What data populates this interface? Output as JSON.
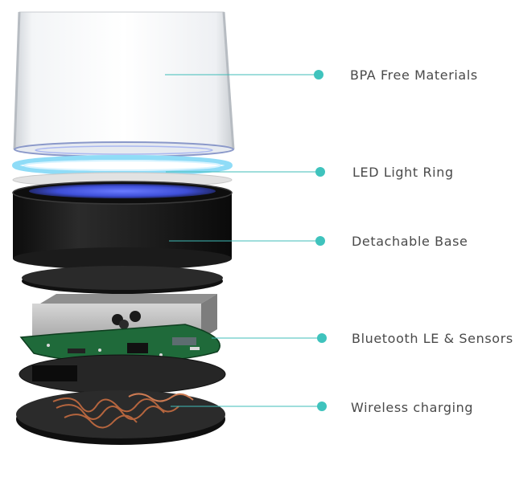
{
  "callouts": [
    {
      "label": "BPA Free Materials"
    },
    {
      "label": "LED Light Ring"
    },
    {
      "label": "Detachable Base"
    },
    {
      "label": "Bluetooth LE & Sensors"
    },
    {
      "label": "Wireless charging"
    }
  ],
  "colors": {
    "callout_line": "#3fbdb8",
    "callout_dot": "#3fc3bd",
    "label_text": "#4a4a4a",
    "led_ring": "#8fdcf7",
    "base_body": "#1a1a1a",
    "pcb": "#1f6a3a",
    "coil": "#b5653e"
  }
}
